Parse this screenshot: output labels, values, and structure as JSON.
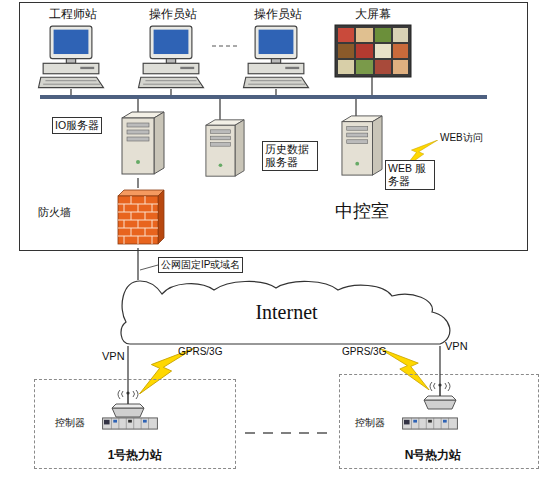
{
  "diagram": {
    "nodes": [
      {
        "text": [
          "中控室"
        ]
      },
      {
        "text": [
          "工程师站"
        ],
        "in": 0
      },
      {
        "text": [
          "操作员站"
        ],
        "in": 0
      },
      {
        "text": [
          "操作员站"
        ],
        "in": 0
      },
      {
        "text": [
          "大屏幕"
        ],
        "in": 0
      },
      {
        "text": [
          "IO服务器"
        ],
        "in": 0
      },
      {
        "text": [
          "历史数据 服务器"
        ],
        "in": 0
      },
      {
        "text": [
          "WEB 服务器"
        ],
        "in": 0
      },
      {
        "text": [
          "防火墙"
        ],
        "in": 0
      },
      {
        "text": [
          "Internet"
        ]
      },
      {
        "text": [
          "1号热力站"
        ]
      },
      {
        "text": [
          "控制器"
        ],
        "in": 10
      },
      {
        "text": [
          "N号热力站"
        ]
      },
      {
        "text": [
          "控制器"
        ],
        "in": 12
      }
    ],
    "edges": [
      {
        "from": 5,
        "to": 8,
        "arrow": "none"
      },
      {
        "from": 8,
        "to": 9,
        "arrow": "none",
        "label": "公网固定IP或域名"
      },
      {
        "from": 9,
        "to": 10,
        "arrow": "none",
        "label": "VPN"
      },
      {
        "from": 9,
        "to": 12,
        "arrow": "none",
        "label": "VPN"
      }
    ],
    "labels": [
      "WEB访问",
      "GPRS/3G",
      "GPRS/3G"
    ]
  }
}
